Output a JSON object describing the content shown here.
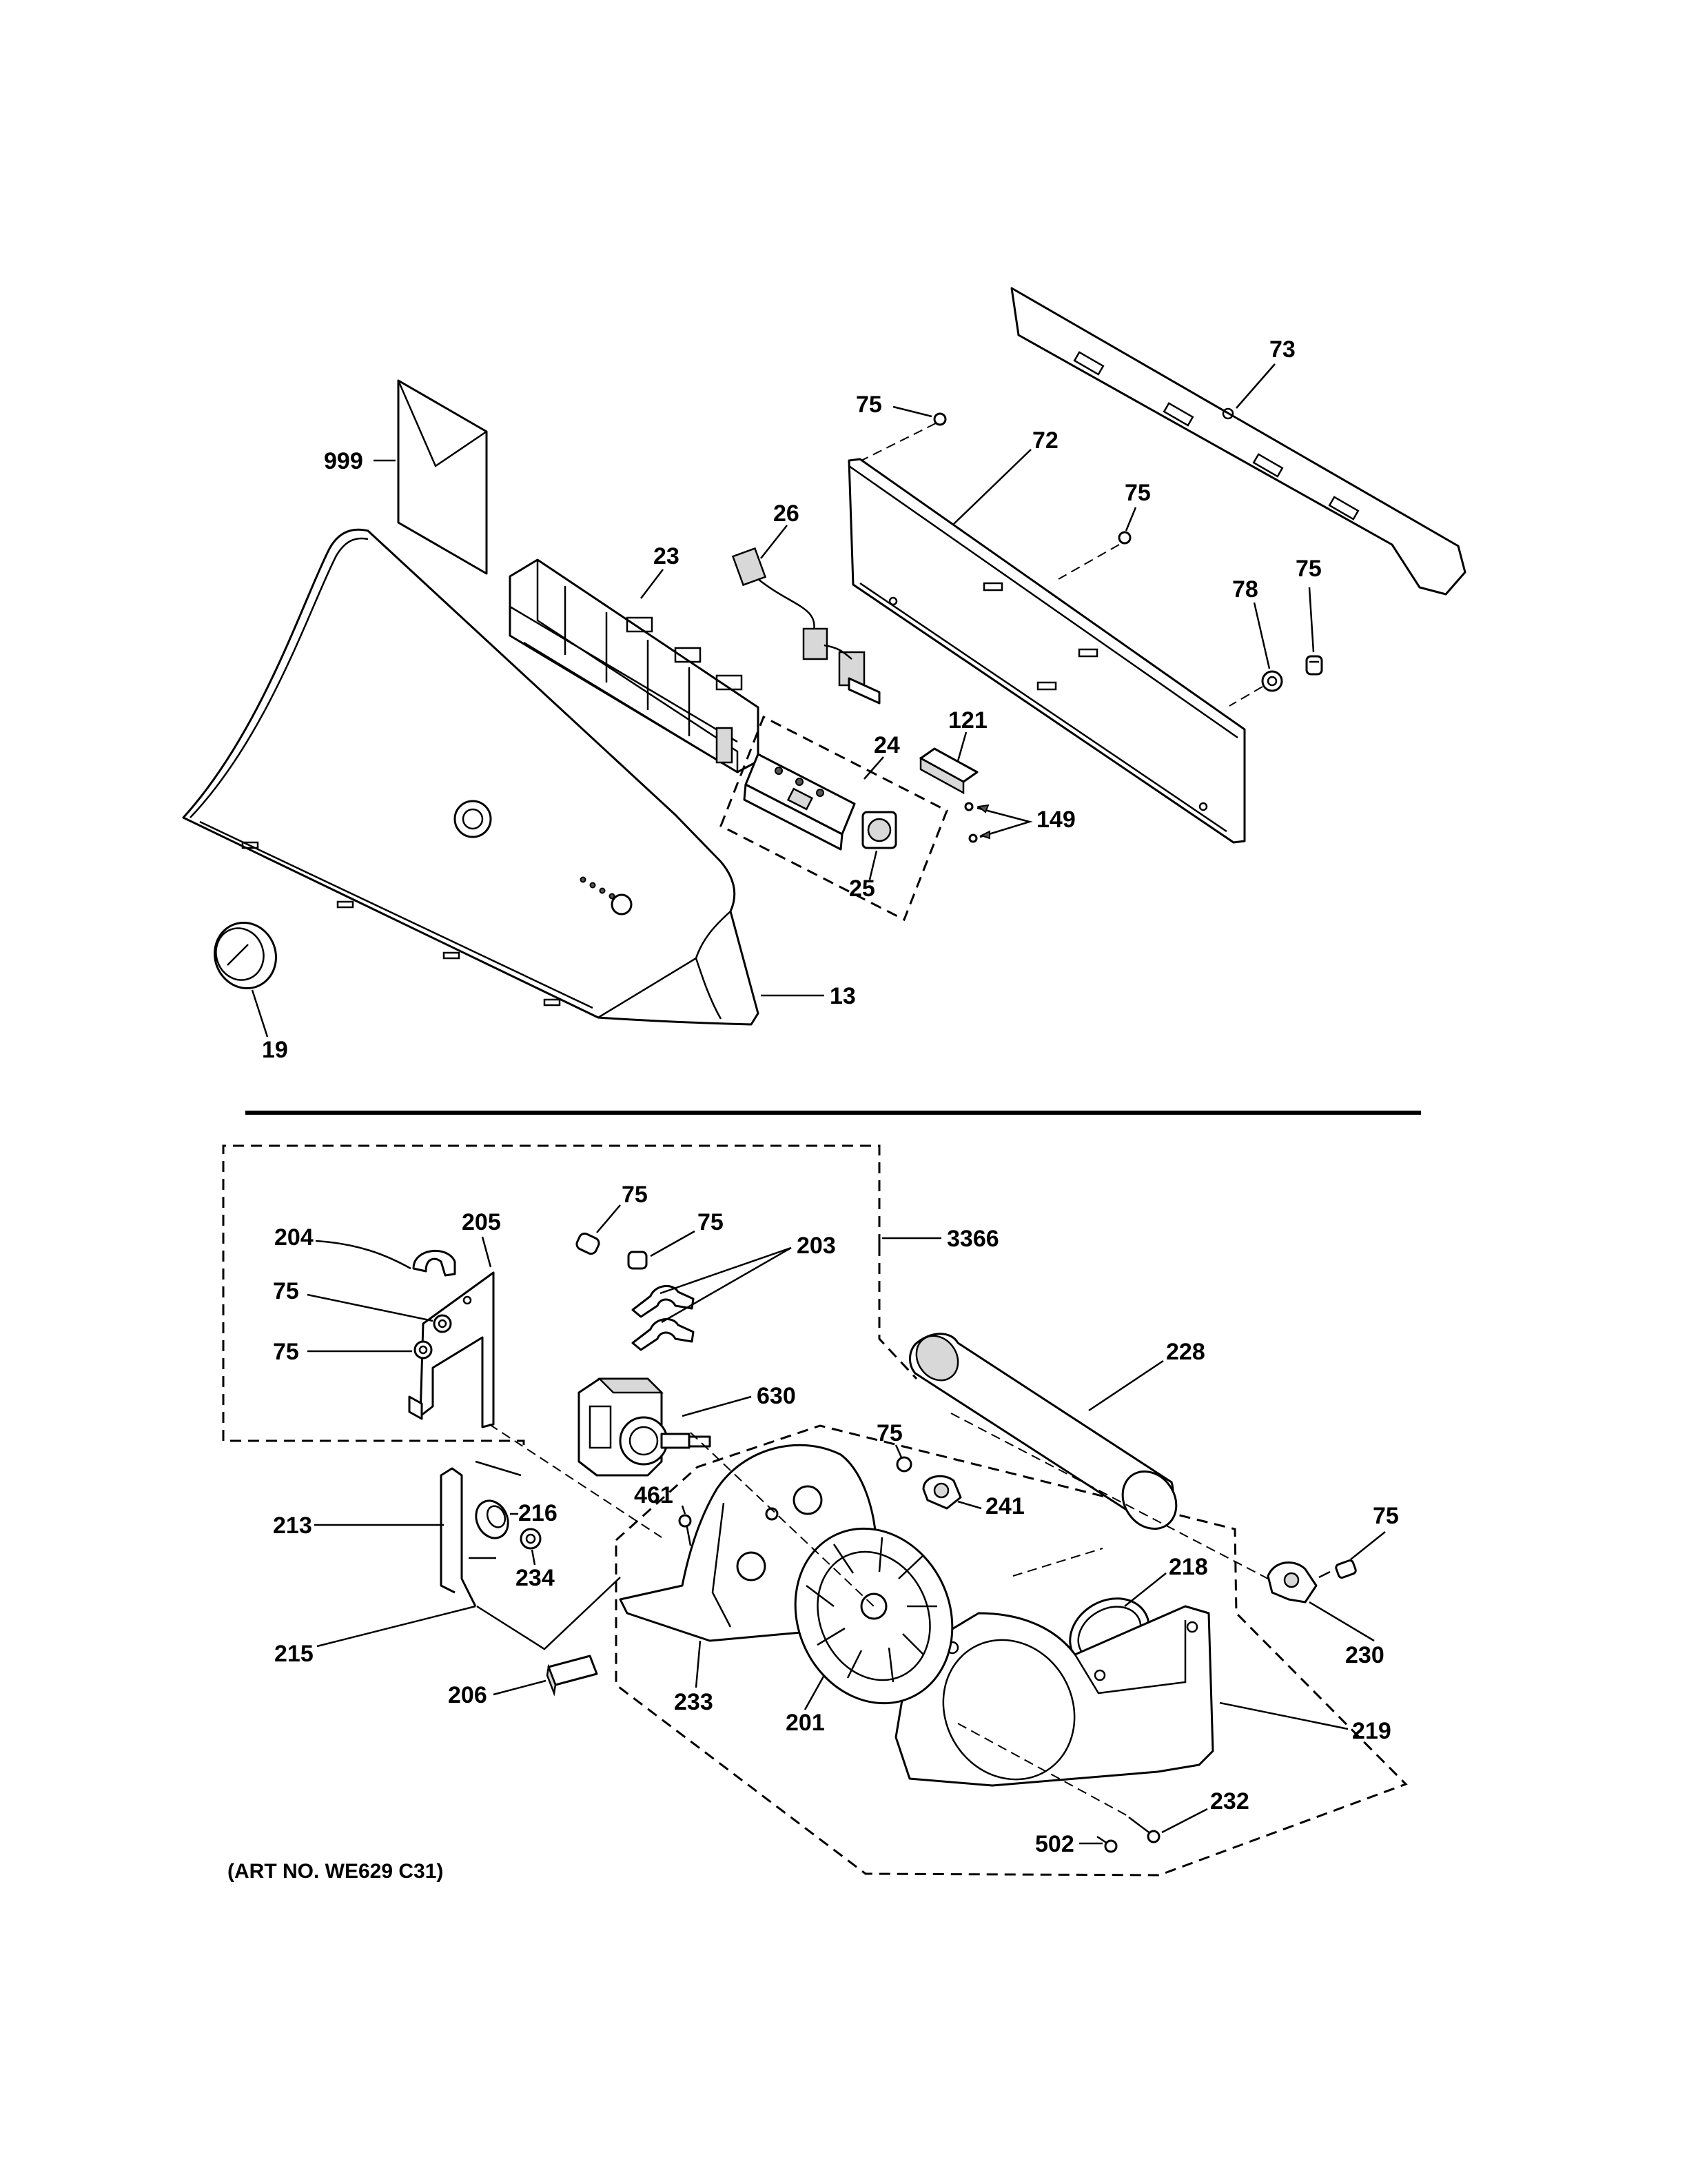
{
  "art_number": "(ART NO. WE629 C31)",
  "callouts": {
    "c999": "999",
    "c73": "73",
    "c75a": "75",
    "c72": "72",
    "c75b": "75",
    "c26": "26",
    "c23": "23",
    "c78": "78",
    "c75c": "75",
    "c24": "24",
    "c121": "121",
    "c149": "149",
    "c25": "25",
    "c13": "13",
    "c19": "19",
    "c75d": "75",
    "c75e": "75",
    "c204": "204",
    "c205": "205",
    "c203": "203",
    "c3366": "3366",
    "c75f": "75",
    "c75g": "75",
    "c228": "228",
    "c630": "630",
    "c75h": "75",
    "c461": "461",
    "c241": "241",
    "c75i": "75",
    "c213": "213",
    "c216": "216",
    "c218": "218",
    "c234": "234",
    "c230": "230",
    "c215": "215",
    "c206": "206",
    "c233": "233",
    "c201": "201",
    "c219": "219",
    "c232": "232",
    "c502": "502"
  }
}
